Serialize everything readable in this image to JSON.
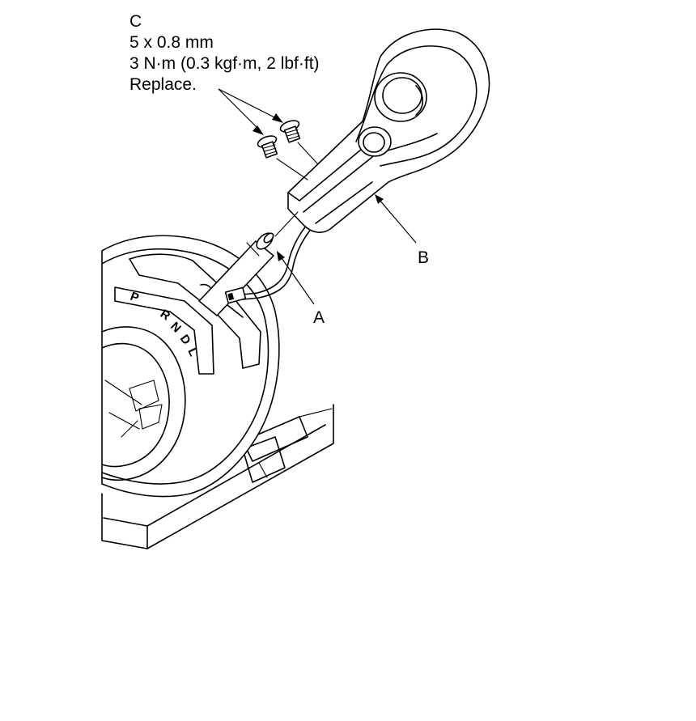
{
  "fastener": {
    "label": "C",
    "size": "5 x 0.8 mm",
    "torque": "3 N·m (0.3 kgf·m, 2 lbf·ft)",
    "note": "Replace."
  },
  "callouts": {
    "a": "A",
    "b": "B"
  },
  "gear_indicator": [
    "P",
    "R",
    "N",
    "D",
    "L"
  ],
  "colors": {
    "line": "#000000",
    "background": "#ffffff"
  }
}
